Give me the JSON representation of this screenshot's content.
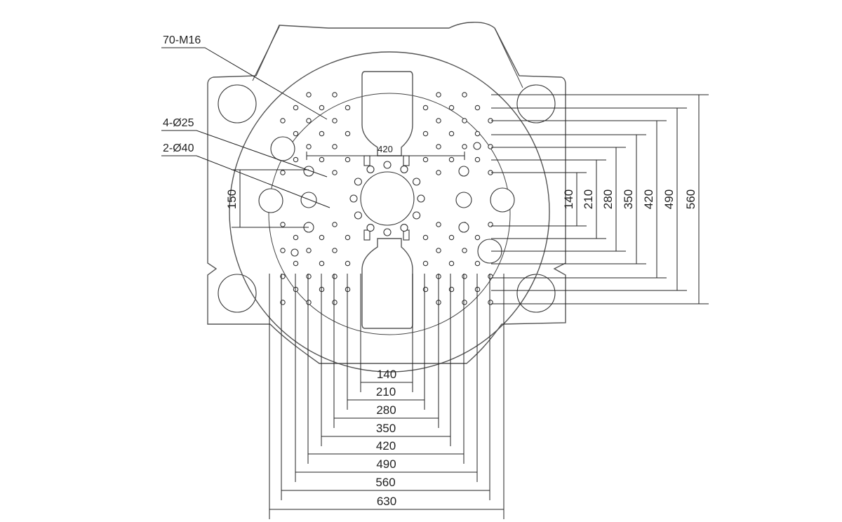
{
  "diagram": {
    "callouts": {
      "tapped_holes": "70-M16",
      "holes_25": "4-Ø25",
      "holes_40": "2-Ø40"
    },
    "dimensions": {
      "top_span": "420",
      "left_span": "150",
      "horizontal": [
        "140",
        "210",
        "280",
        "350",
        "420",
        "490",
        "560",
        "630"
      ],
      "vertical": [
        "140",
        "210",
        "280",
        "350",
        "420",
        "490",
        "560"
      ]
    },
    "colors": {
      "line": "#222222",
      "outline": "#555555",
      "background": "#ffffff"
    }
  }
}
